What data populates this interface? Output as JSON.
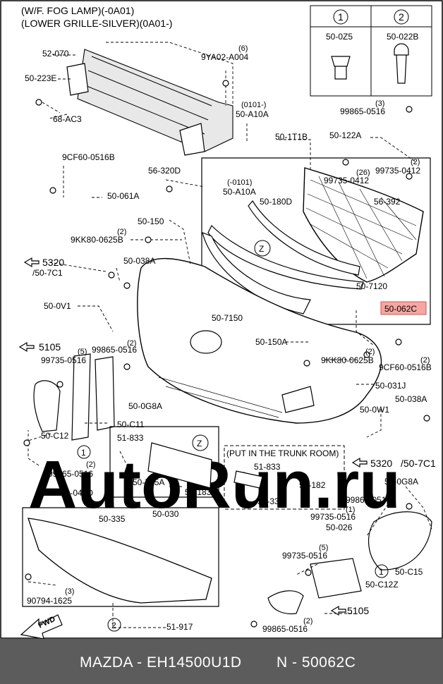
{
  "header": {
    "line1": "(W/F. FOG LAMP)(-0A01)",
    "line2": "(LOWER GRILLE-SILVER)(0A01-)"
  },
  "legend": {
    "circle1": "1",
    "circle2": "2",
    "part1": "50-0Z5",
    "part2": "50-022B"
  },
  "labels": {
    "p52070": "52-070",
    "p9ya02": "9YA02-A004",
    "q6a": "(6)",
    "p50223e": "50-223E",
    "p68ac3": "68-AC3",
    "p0101a": "(0101-)",
    "p50a10a_a": "50-A10A",
    "q3a": "(3)",
    "p99865_a": "99865-0516",
    "p50122a": "50-122A",
    "p501t1b": "50-1T1B",
    "p9cf60_a": "9CF60-0516B",
    "p56320d": "56-320D",
    "p50a10a_b": "50-A10A",
    "p0101b": "(-0101)",
    "q26": "(26)",
    "p99735_a": "99735-0412",
    "q2a": "(2)",
    "p99735_b": "99735-0412",
    "p50061a": "50-061A",
    "p50180d": "50-180D",
    "p56392": "56-392",
    "p50150": "50-150",
    "q2b": "(2)",
    "p9kk80_a": "9KK80-0625B",
    "circZ1": "Z",
    "p5320_a": "5320",
    "p507c1_a": "/50-7C1",
    "p50038a_a": "50-038A",
    "p507120": "50-7120",
    "p500v1": "50-0V1",
    "p507150": "50-7150",
    "p50062c": "50-062C",
    "p5105_a": "5105",
    "q2c": "(2)",
    "p99865_b": "99865-0516",
    "p50150a": "50-150A",
    "q5a": "(5)",
    "p99735_c": "99735-0516",
    "q2d": "(2)",
    "p9kk80_b": "9KK80-0625B",
    "q2e": "(2)",
    "p9cf60_b": "9CF60-0516B",
    "p50031j": "50-031J",
    "p500g8a_a": "50-0G8A",
    "p50038a_b": "50-038A",
    "p500w1": "50-0W1",
    "p50c11": "50-C11",
    "p50c12": "50-C12",
    "circ1a": "1",
    "q2f": "(2)",
    "p99865_c": "99865-0516",
    "p51833_a": "51-833",
    "circZ2": "Z",
    "p50795a": "50-795A",
    "p50183": "50-183",
    "trunk": "(PUT IN THE TRUNK ROOM)",
    "p51833_b": "51-833",
    "p50182": "50-182",
    "p50335_a": "50-335",
    "p5320_b": "5320",
    "p507c1_b": "/50-7C1",
    "p500g8a_b": "50-0G8A",
    "p50040d": "50-040D",
    "p50030": "50-030",
    "p99865_d": "99865-0516",
    "q1": "(1)",
    "p99735_d": "99735-0516",
    "p50026": "50-026",
    "p50335_b": "50-335",
    "q5b": "(5)",
    "p99735_e": "99735-0516",
    "circ1b": "1",
    "p50c15": "50-C15",
    "p50c12z": "50-C12Z",
    "q3b": "(3)",
    "p90794": "90794-1625",
    "circ2": "2",
    "p51917": "51-917",
    "p5105_b": "5105",
    "q2g": "(2)",
    "p99865_e": "99865-0516",
    "fwd": "FWD"
  },
  "footer": {
    "brand_part": "MAZDA - EH14500U1D",
    "ref_part": "N - 50062C"
  },
  "colors": {
    "highlight": "#f4a7a0",
    "footer_bg": "#5c5c5c"
  },
  "watermark": "AutoRun.ru"
}
